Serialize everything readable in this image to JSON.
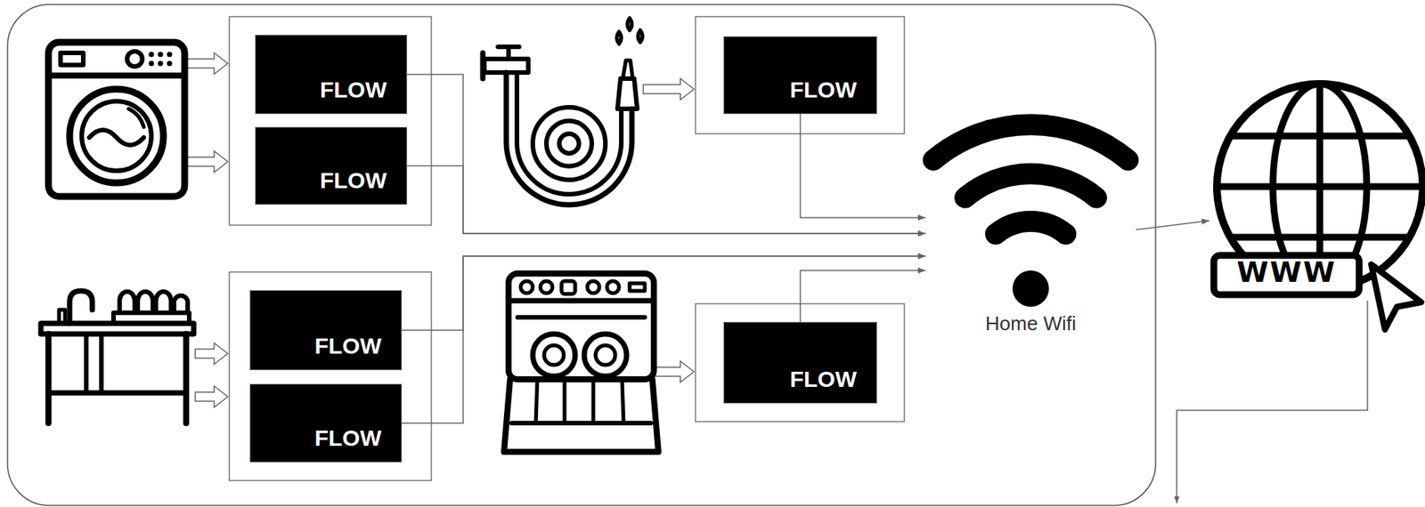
{
  "diagram": {
    "nodes": [
      {
        "text": [
          "FLOW"
        ]
      },
      {
        "text": [
          "FLOW"
        ]
      },
      {
        "text": [
          "FLOW"
        ]
      },
      {
        "text": [
          "FLOW"
        ]
      },
      {
        "text": [
          "FLOW"
        ]
      },
      {
        "text": [
          "FLOW"
        ]
      },
      {
        "text": [
          "Home Wifi"
        ]
      },
      {
        "text": [
          "WWW"
        ]
      }
    ],
    "edges": [
      {
        "from": 0,
        "to": 6,
        "arrow": "to"
      },
      {
        "from": 1,
        "to": 6,
        "arrow": "to"
      },
      {
        "from": 2,
        "to": 6,
        "arrow": "to"
      },
      {
        "from": 3,
        "to": 6,
        "arrow": "to"
      },
      {
        "from": 4,
        "to": 6,
        "arrow": "to"
      },
      {
        "from": 5,
        "to": 6,
        "arrow": "to"
      },
      {
        "from": 6,
        "to": 7,
        "arrow": "to"
      }
    ]
  }
}
